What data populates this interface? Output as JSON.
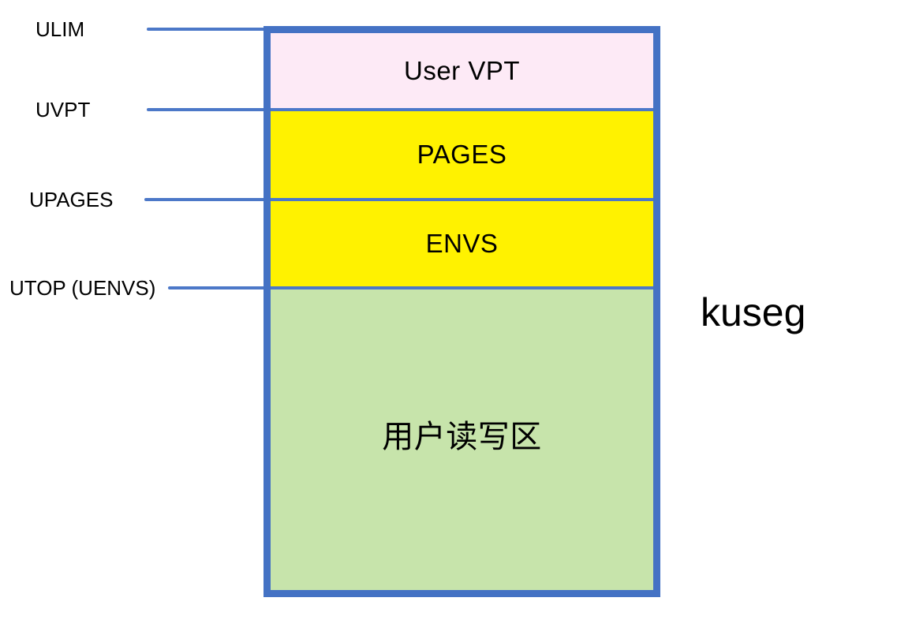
{
  "diagram": {
    "segment_name": "kuseg",
    "pointer_labels": {
      "ulim": {
        "label": "ULIM"
      },
      "uvpt": {
        "label": "UVPT"
      },
      "upages": {
        "label": "UPAGES"
      },
      "utop": {
        "label": "UTOP (UENVS)"
      }
    },
    "regions": {
      "user_vpt": {
        "label": "User VPT",
        "fill": "#fdeaf6"
      },
      "pages": {
        "label": "PAGES",
        "fill": "#fff200"
      },
      "envs": {
        "label": "ENVS",
        "fill": "#fff200"
      },
      "user_rw": {
        "label": "用户读写区",
        "fill": "#c7e4ab"
      }
    },
    "colors": {
      "box_border": "#4472c4",
      "pointer_line": "#4c78c8",
      "text": "#000000",
      "background": "#ffffff"
    }
  }
}
